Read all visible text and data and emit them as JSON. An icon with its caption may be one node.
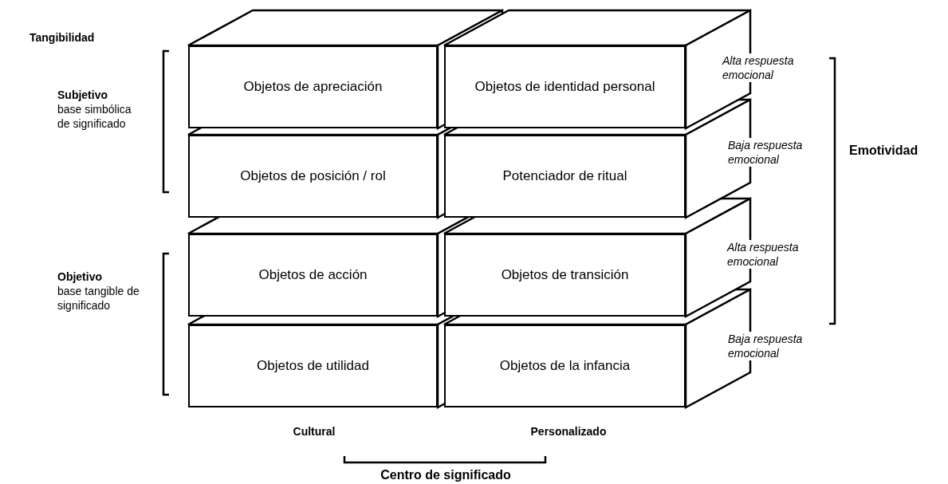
{
  "diagram": {
    "nodes": [
      {
        "text": [
          "Objetos de apreciación"
        ]
      },
      {
        "text": [
          "Objetos de identidad personal"
        ]
      },
      {
        "text": [
          "Objetos de posición / rol"
        ]
      },
      {
        "text": [
          "Potenciador de ritual"
        ]
      },
      {
        "text": [
          "Objetos de acción"
        ]
      },
      {
        "text": [
          "Objetos de transición"
        ]
      },
      {
        "text": [
          "Objetos de utilidad"
        ]
      },
      {
        "text": [
          "Objetos de la infancia"
        ]
      }
    ],
    "labels": [
      "Tangibilidad",
      "Subjetivo",
      "base simbólica de significado",
      "Alta respuesta emocional",
      "Baja respuesta emocional",
      "Emotividad",
      "Objetivo",
      "base tangible de significado",
      "Alta respuesta emocional",
      "Baja respuesta emocional",
      "Cultural",
      "Personalizado",
      "Centro de significado"
    ]
  }
}
